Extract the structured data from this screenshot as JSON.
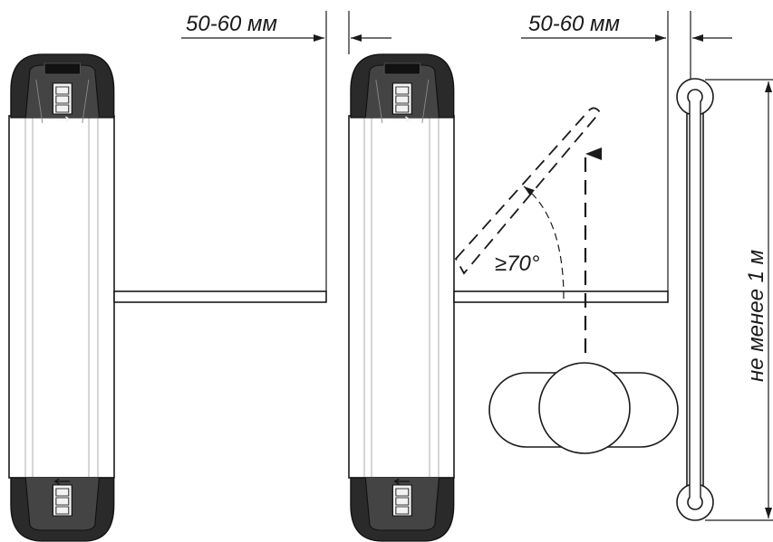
{
  "dimensions": {
    "gap_left": "50-60 мм",
    "gap_right": "50-60 мм",
    "angle": "≥70°",
    "min_length": "не менее 1 м"
  }
}
